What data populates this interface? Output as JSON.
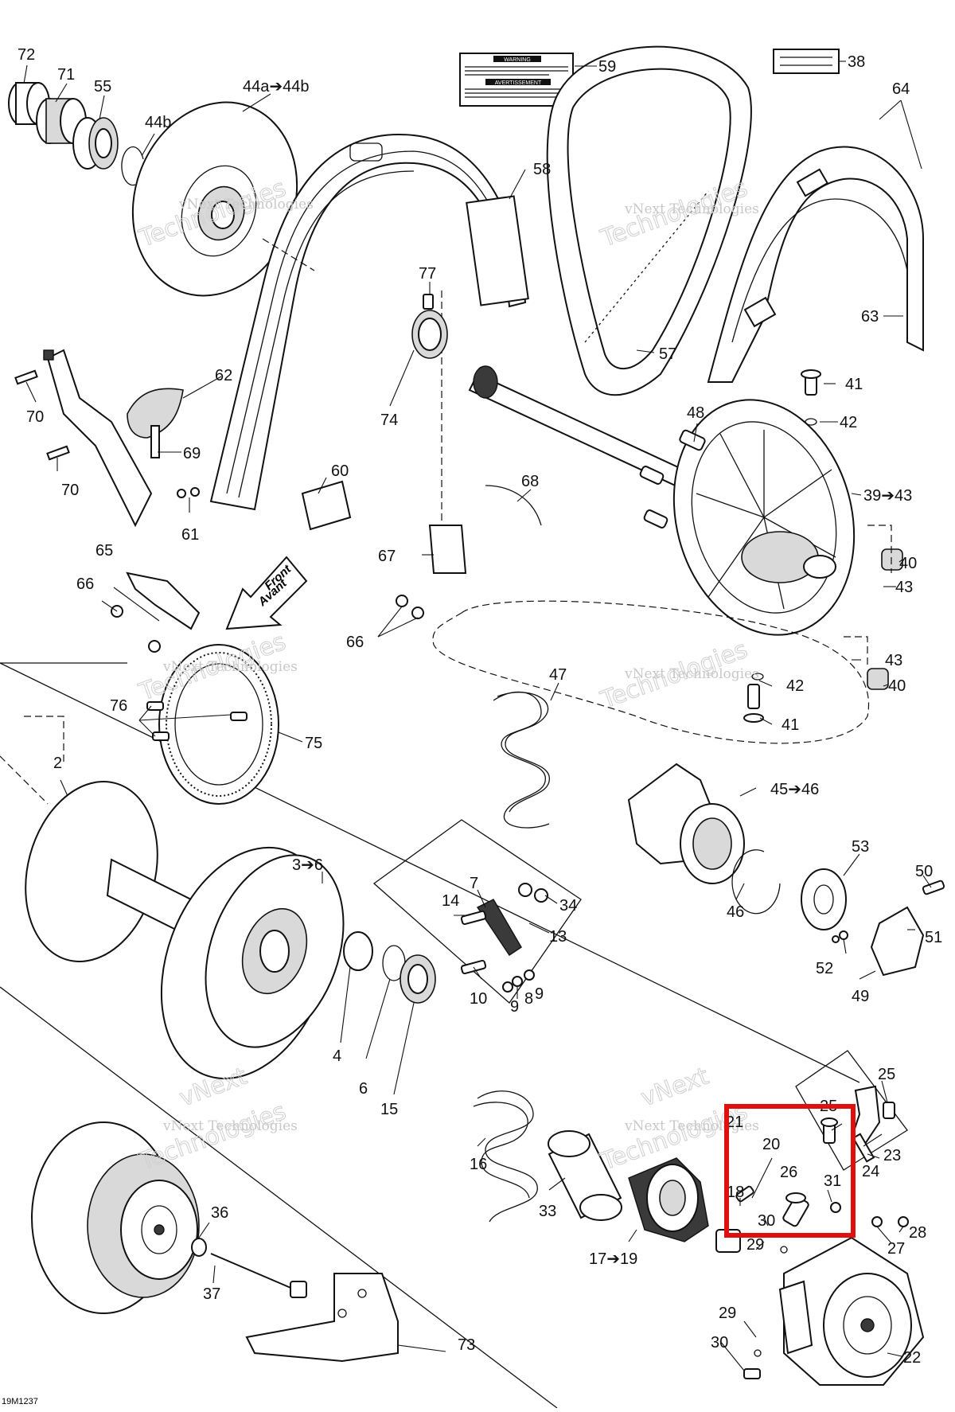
{
  "figure_code": "19M1237",
  "orientation_arrow": {
    "line1": "Front",
    "line2": "Avant"
  },
  "warning_label": {
    "heading1": "WARNING",
    "heading2": "AVERTISSEMENT"
  },
  "watermark": {
    "brand_small": "vNext Technologies",
    "brand_big_1": "vNext",
    "brand_big_2": "Technologies"
  },
  "highlight": {
    "color": "#e01010"
  },
  "callouts": [
    {
      "id": "c72",
      "text": "72"
    },
    {
      "id": "c71",
      "text": "71"
    },
    {
      "id": "c55",
      "text": "55"
    },
    {
      "id": "c44a",
      "text": "44a➔44b"
    },
    {
      "id": "c44b",
      "text": "44b"
    },
    {
      "id": "c59",
      "text": "59"
    },
    {
      "id": "c38",
      "text": "38"
    },
    {
      "id": "c64",
      "text": "64"
    },
    {
      "id": "c58",
      "text": "58"
    },
    {
      "id": "c63",
      "text": "63"
    },
    {
      "id": "c57",
      "text": "57"
    },
    {
      "id": "c77",
      "text": "77"
    },
    {
      "id": "c74",
      "text": "74"
    },
    {
      "id": "c62",
      "text": "62"
    },
    {
      "id": "c69",
      "text": "69"
    },
    {
      "id": "c70a",
      "text": "70"
    },
    {
      "id": "c70b",
      "text": "70"
    },
    {
      "id": "c60",
      "text": "60"
    },
    {
      "id": "c61",
      "text": "61"
    },
    {
      "id": "c68",
      "text": "68"
    },
    {
      "id": "c41a",
      "text": "41"
    },
    {
      "id": "c42a",
      "text": "42"
    },
    {
      "id": "c48",
      "text": "48"
    },
    {
      "id": "c3943",
      "text": "39➔43"
    },
    {
      "id": "c40a",
      "text": "40"
    },
    {
      "id": "c43a",
      "text": "43"
    },
    {
      "id": "c67",
      "text": "67"
    },
    {
      "id": "c65",
      "text": "65"
    },
    {
      "id": "c66a",
      "text": "66"
    },
    {
      "id": "c66b",
      "text": "66"
    },
    {
      "id": "c43b",
      "text": "43"
    },
    {
      "id": "c40b",
      "text": "40"
    },
    {
      "id": "c42b",
      "text": "42"
    },
    {
      "id": "c41b",
      "text": "41"
    },
    {
      "id": "c47",
      "text": "47"
    },
    {
      "id": "c76",
      "text": "76"
    },
    {
      "id": "c75",
      "text": "75"
    },
    {
      "id": "c2",
      "text": "2"
    },
    {
      "id": "c4546",
      "text": "45➔46"
    },
    {
      "id": "c53",
      "text": "53"
    },
    {
      "id": "c50",
      "text": "50"
    },
    {
      "id": "c46",
      "text": "46"
    },
    {
      "id": "c51",
      "text": "51"
    },
    {
      "id": "c52",
      "text": "52"
    },
    {
      "id": "c49",
      "text": "49"
    },
    {
      "id": "c36x",
      "text": "3➔6"
    },
    {
      "id": "c7",
      "text": "7"
    },
    {
      "id": "c14",
      "text": "14"
    },
    {
      "id": "c34",
      "text": "34"
    },
    {
      "id": "c13",
      "text": "13"
    },
    {
      "id": "c10",
      "text": "10"
    },
    {
      "id": "c9a",
      "text": "9"
    },
    {
      "id": "c8",
      "text": "8"
    },
    {
      "id": "c9b",
      "text": "9"
    },
    {
      "id": "c4",
      "text": "4"
    },
    {
      "id": "c6",
      "text": "6"
    },
    {
      "id": "c15",
      "text": "15"
    },
    {
      "id": "c16",
      "text": "16"
    },
    {
      "id": "c33",
      "text": "33"
    },
    {
      "id": "c1719",
      "text": "17➔19"
    },
    {
      "id": "c25a",
      "text": "25"
    },
    {
      "id": "c25b",
      "text": "25"
    },
    {
      "id": "c21",
      "text": "21"
    },
    {
      "id": "c20",
      "text": "20"
    },
    {
      "id": "c23",
      "text": "23"
    },
    {
      "id": "c24",
      "text": "24"
    },
    {
      "id": "c26",
      "text": "26"
    },
    {
      "id": "c31",
      "text": "31"
    },
    {
      "id": "c18",
      "text": "18"
    },
    {
      "id": "c30a",
      "text": "30"
    },
    {
      "id": "c28",
      "text": "28"
    },
    {
      "id": "c27",
      "text": "27"
    },
    {
      "id": "c29a",
      "text": "29"
    },
    {
      "id": "c36",
      "text": "36"
    },
    {
      "id": "c37",
      "text": "37"
    },
    {
      "id": "c29b",
      "text": "29"
    },
    {
      "id": "c30b",
      "text": "30"
    },
    {
      "id": "c22",
      "text": "22"
    },
    {
      "id": "c73",
      "text": "73"
    }
  ]
}
